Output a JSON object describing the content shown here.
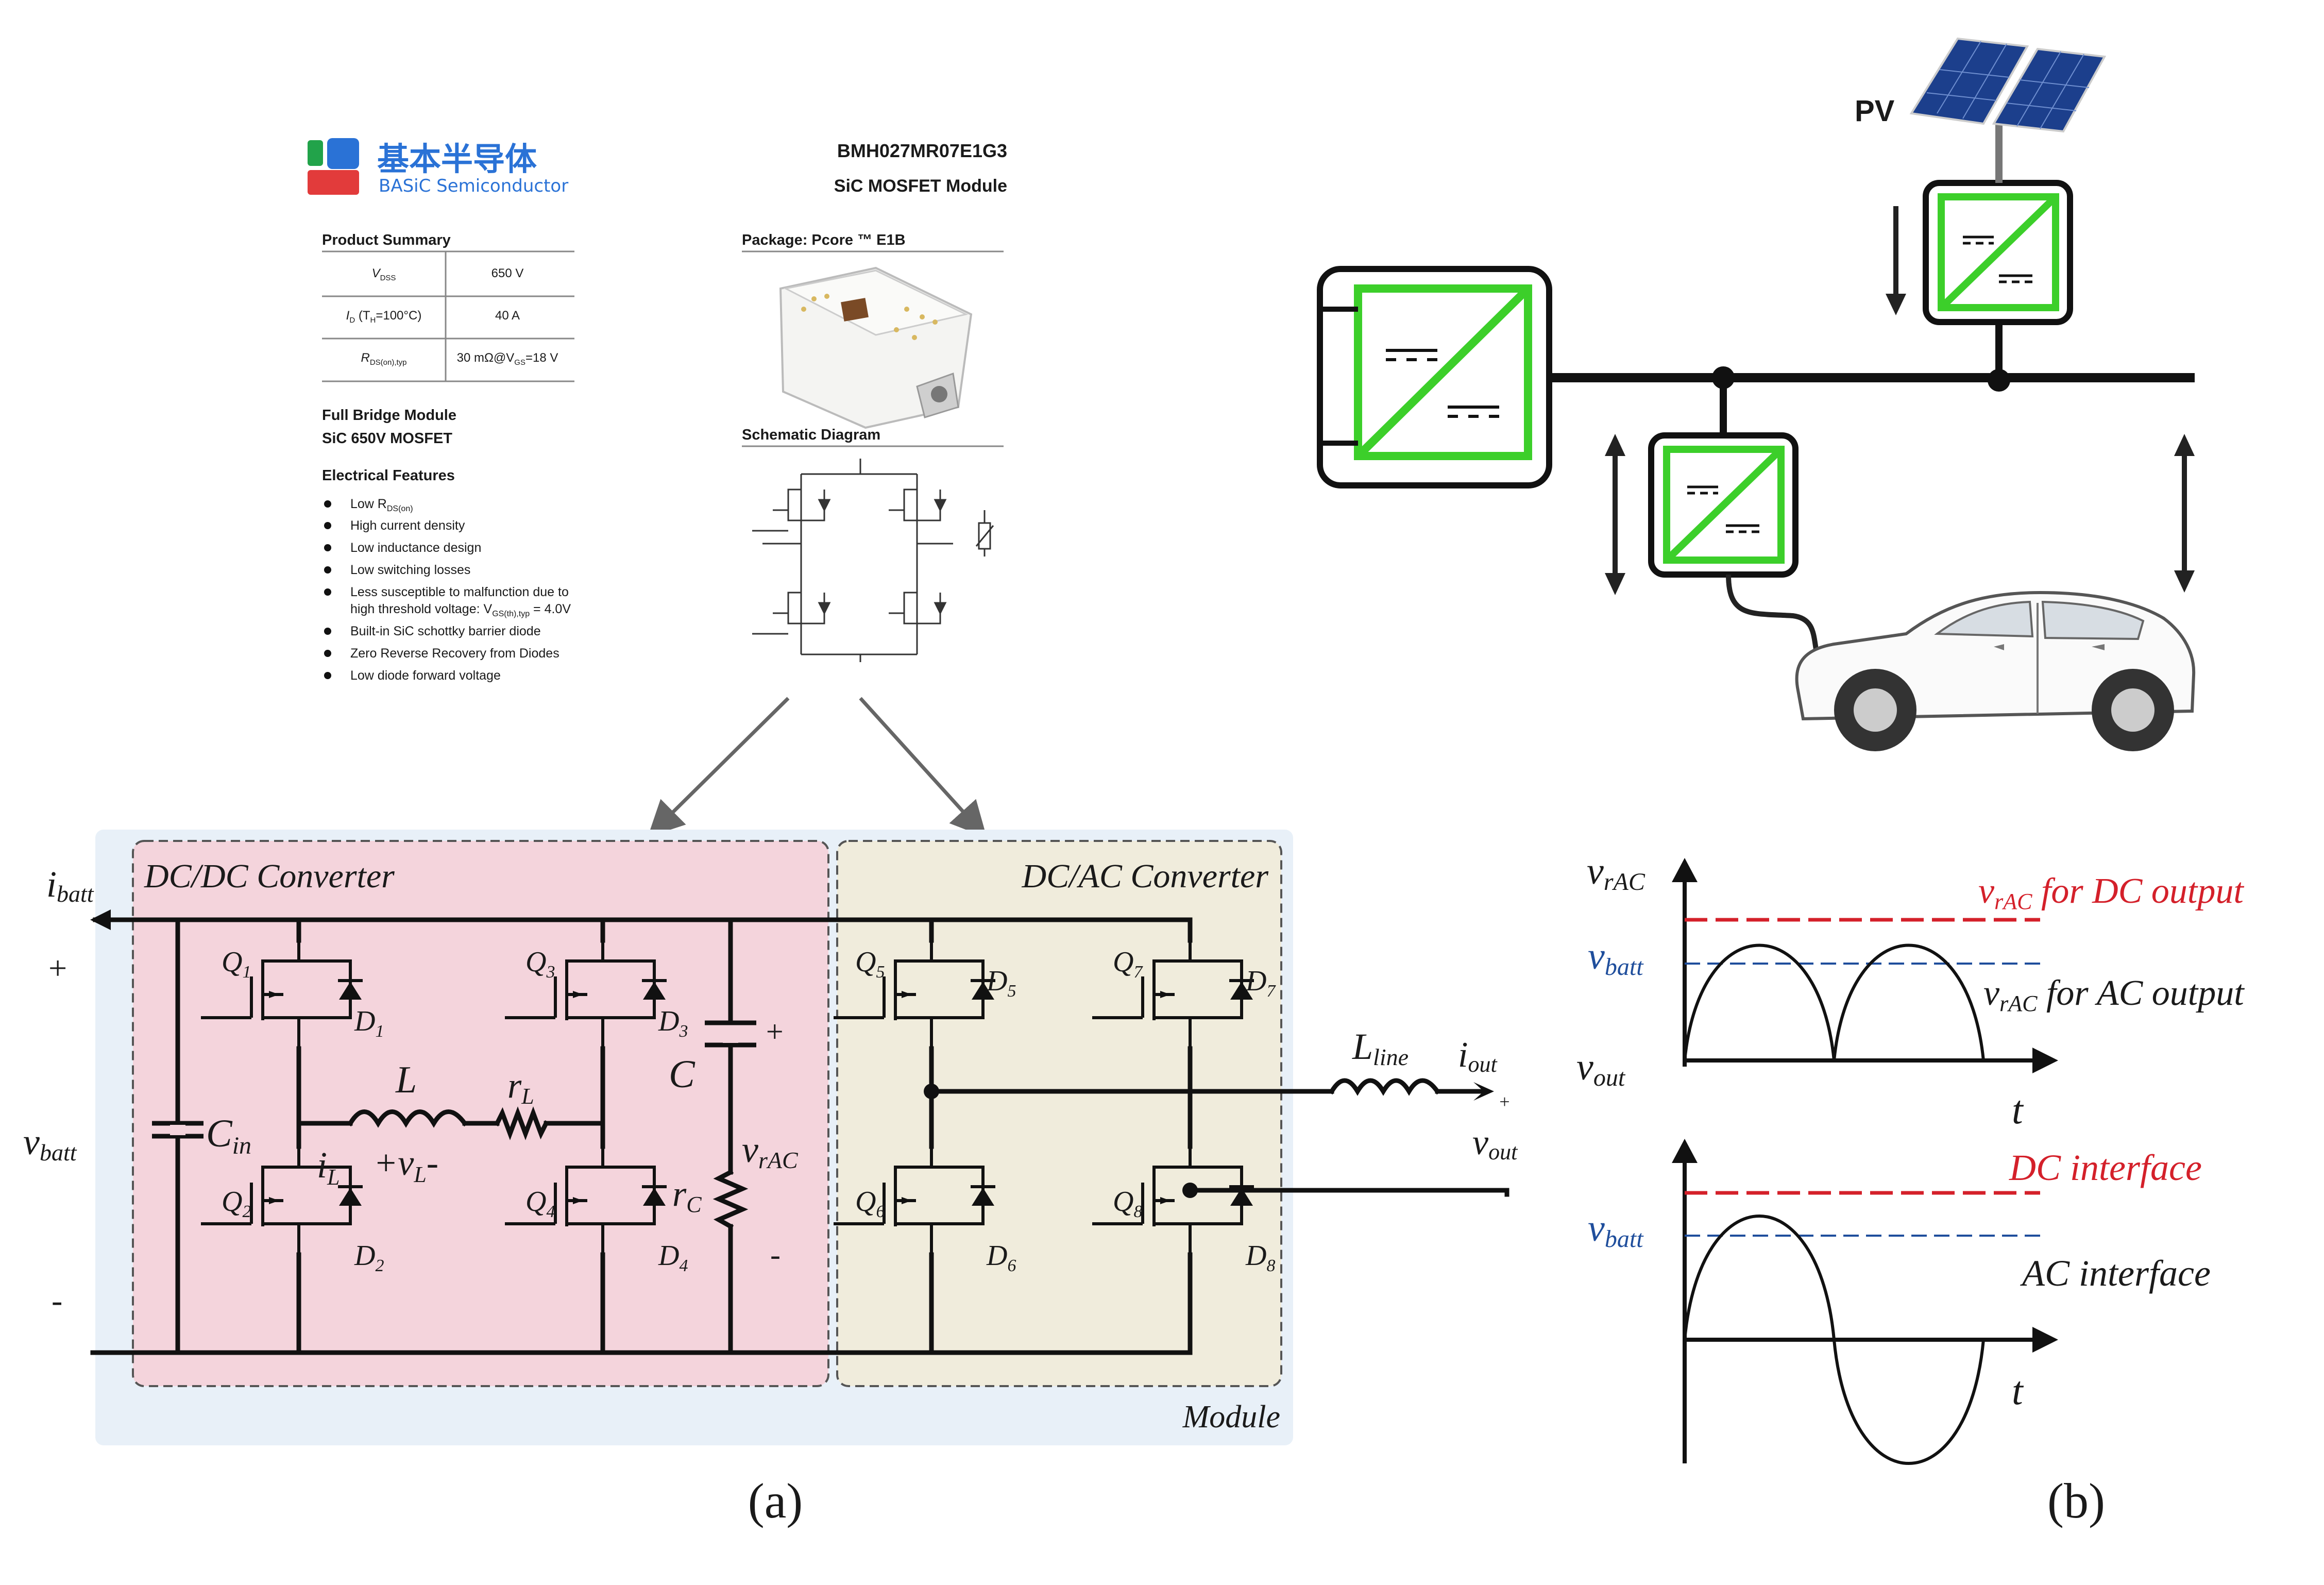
{
  "datasheet": {
    "logo_cn": "基本半导体",
    "logo_en": "BASiC Semiconductor",
    "part_number": "BMH027MR07E1G3",
    "module_type": "SiC MOSFET Module",
    "product_summary_title": "Product Summary",
    "summary": [
      {
        "param": "V",
        "sub": "DSS",
        "suffix": "",
        "value": "650 V"
      },
      {
        "param": "I",
        "sub": "D",
        "suffix": " (T",
        "suffix_sub": "H",
        "suffix_end": "=100°C)",
        "value": "40 A"
      },
      {
        "param": "R",
        "sub": "DS(on),typ",
        "suffix": "",
        "value": "30 mΩ@V",
        "value_sub": "GS",
        "value_end": "=18 V"
      }
    ],
    "full_bridge_1": "Full Bridge Module",
    "full_bridge_2": "SiC 650V MOSFET",
    "electrical_title": "Electrical Features",
    "features": [
      "Low R",
      "High current density",
      "Low inductance design",
      "Low switching losses",
      "Less susceptible to malfunction due to",
      "Built-in SiC schottky barrier diode",
      "Zero Reverse Recovery from Diodes",
      "Low diode forward voltage"
    ],
    "feature_1_sub": "DS(on)",
    "feature_5_line2": "high threshold voltage: V",
    "feature_5_sub": "GS(th),typ",
    "feature_5_end": " = 4.0V",
    "package_title": "Package: Pcore ™ E1B",
    "schematic_title": "Schematic Diagram"
  },
  "circuit": {
    "dcdc_title": "DC/DC Converter",
    "dcac_title": "DC/AC Converter",
    "module_label": "Module",
    "labels": {
      "ibatt": "i",
      "ibatt_sub": "batt",
      "plus": "+",
      "minus": "-",
      "vbatt": "v",
      "vbatt_sub": "batt",
      "cin": "C",
      "cin_sub": "in",
      "il": "i",
      "il_sub": "L",
      "vl": "+v",
      "vl_sub": "L",
      "vl_end": "-",
      "l": "L",
      "rl": "r",
      "rl_sub": "L",
      "c": "C",
      "rc": "r",
      "rc_sub": "C",
      "vrac": "v",
      "vrac_sub": "rAC",
      "cap_plus": "+",
      "cap_minus": "-",
      "lline": "L",
      "lline_sub": "line",
      "iout": "i",
      "iout_sub": "out",
      "vout": "v",
      "vout_sub": "out",
      "out_plus": "+"
    },
    "switches": [
      {
        "q": "Q",
        "q_sub": "1",
        "d": "D",
        "d_sub": "1"
      },
      {
        "q": "Q",
        "q_sub": "2",
        "d": "D",
        "d_sub": "2"
      },
      {
        "q": "Q",
        "q_sub": "3",
        "d": "D",
        "d_sub": "3"
      },
      {
        "q": "Q",
        "q_sub": "4",
        "d": "D",
        "d_sub": "4"
      },
      {
        "q": "Q",
        "q_sub": "5",
        "d": "D",
        "d_sub": "5"
      },
      {
        "q": "Q",
        "q_sub": "6",
        "d": "D",
        "d_sub": "6"
      },
      {
        "q": "Q",
        "q_sub": "7",
        "d": "D",
        "d_sub": "7"
      },
      {
        "q": "Q",
        "q_sub": "8",
        "d": "D",
        "d_sub": "8"
      }
    ]
  },
  "system": {
    "pv_label": "PV"
  },
  "waveforms": {
    "top_y_axis": "v",
    "top_y_axis_sub": "rAC",
    "dc_output_label": "v",
    "dc_output_sub": "rAC",
    "dc_output_end": " for DC output",
    "vbatt_label": "v",
    "vbatt_sub": "batt",
    "ac_output_label": "v",
    "ac_output_sub": "rAC",
    "ac_output_end": " for AC output",
    "vout_label": "v",
    "vout_sub": "out",
    "t_label": "t",
    "dc_interface": "DC interface",
    "ac_interface": "AC interface",
    "vbatt2_label": "v",
    "vbatt2_sub": "batt",
    "t2_label": "t",
    "red": "#d4202a",
    "blue": "#1f4e9c"
  },
  "captions": {
    "a": "(a)",
    "b": "(b)"
  },
  "colors": {
    "dcdc_fill": "#f4d4dc",
    "dcac_fill": "#f0ecdc",
    "module_fill": "#e8f0f8",
    "converter_green": "#3ccf2a",
    "logo_blue": "#2a72d6"
  }
}
